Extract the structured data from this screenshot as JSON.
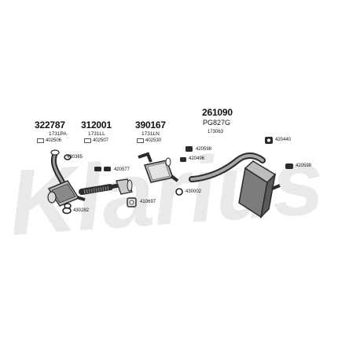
{
  "watermark": {
    "text": "Klarius",
    "color": "#e6e6e6"
  },
  "colors": {
    "ink": "#111111",
    "line": "#444444",
    "part_dark": "#2b2b2b",
    "part_mid": "#7a7a7a",
    "part_light": "#c9c9c9"
  },
  "group_codes": [
    {
      "code": "322787",
      "sub": "1731PA",
      "ref": "402506"
    },
    {
      "code": "312001",
      "sub": "1731LL",
      "ref": "402507"
    },
    {
      "code": "390167",
      "sub": "1731LN",
      "ref": "402530"
    },
    {
      "code": "261090",
      "sub": "PG827G",
      "ref": "173063"
    }
  ],
  "part_numbers": {
    "p430365": "430365",
    "p430282": "430282",
    "p420577": "420577",
    "p410697": "410697",
    "p420598a": "420598",
    "p420496": "420496",
    "p430002": "430002",
    "p420440": "420440",
    "p420598b": "420598"
  },
  "icons": [
    "exhaust-pipe-icon",
    "catalytic-converter-icon",
    "flex-pipe-icon",
    "particulate-filter-icon",
    "rear-silencer-icon",
    "rubber-mount-icon",
    "clamp-icon",
    "gasket-icon",
    "bracket-icon"
  ]
}
